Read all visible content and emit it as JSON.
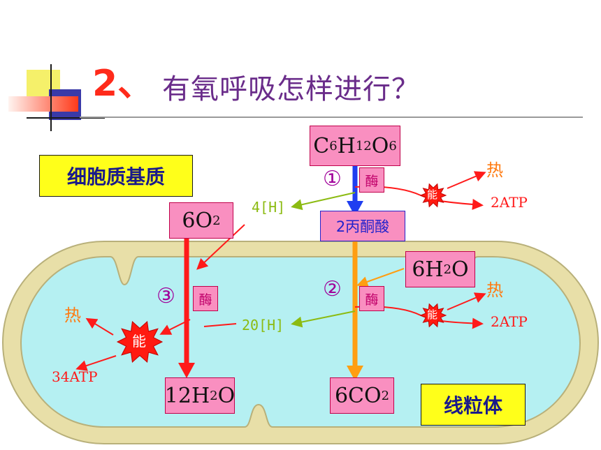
{
  "title": {
    "number": "2、",
    "text": "有氧呼吸怎样进行？"
  },
  "regions": {
    "cytoplasm": "细胞质基质",
    "mitochondrion": "线粒体"
  },
  "molecules": {
    "glucose": {
      "parts": [
        "C",
        "6",
        "H",
        "12",
        "O",
        "6"
      ]
    },
    "pyruvate": "2丙酮酸",
    "oxygen": {
      "parts": [
        "6O",
        "2"
      ]
    },
    "water_in": {
      "parts": [
        "6H",
        "2",
        "O"
      ]
    },
    "water_out": {
      "parts": [
        "12H",
        "2",
        "O"
      ]
    },
    "co2": {
      "parts": [
        "6CO",
        "2"
      ]
    }
  },
  "stages": {
    "one": "①",
    "two": "②",
    "three": "③"
  },
  "enzyme": "酶",
  "hydrogen": {
    "stage1": "4[H]",
    "stage2": "20[H]"
  },
  "energy_label": "能",
  "heat_label": "热",
  "atp": {
    "stage1": "2ATP",
    "stage2": "2ATP",
    "stage3": "34ATP"
  },
  "colors": {
    "mito_outer": "#e8dfa8",
    "mito_inner": "#b5f0f2",
    "glucose_arrow": "#1f3ef0",
    "krebs_arrow": "#ff9e12",
    "etc_arrow": "#ff1a1a",
    "h_arrow": "#8cbb12",
    "energy_star": "#ff1a10"
  }
}
